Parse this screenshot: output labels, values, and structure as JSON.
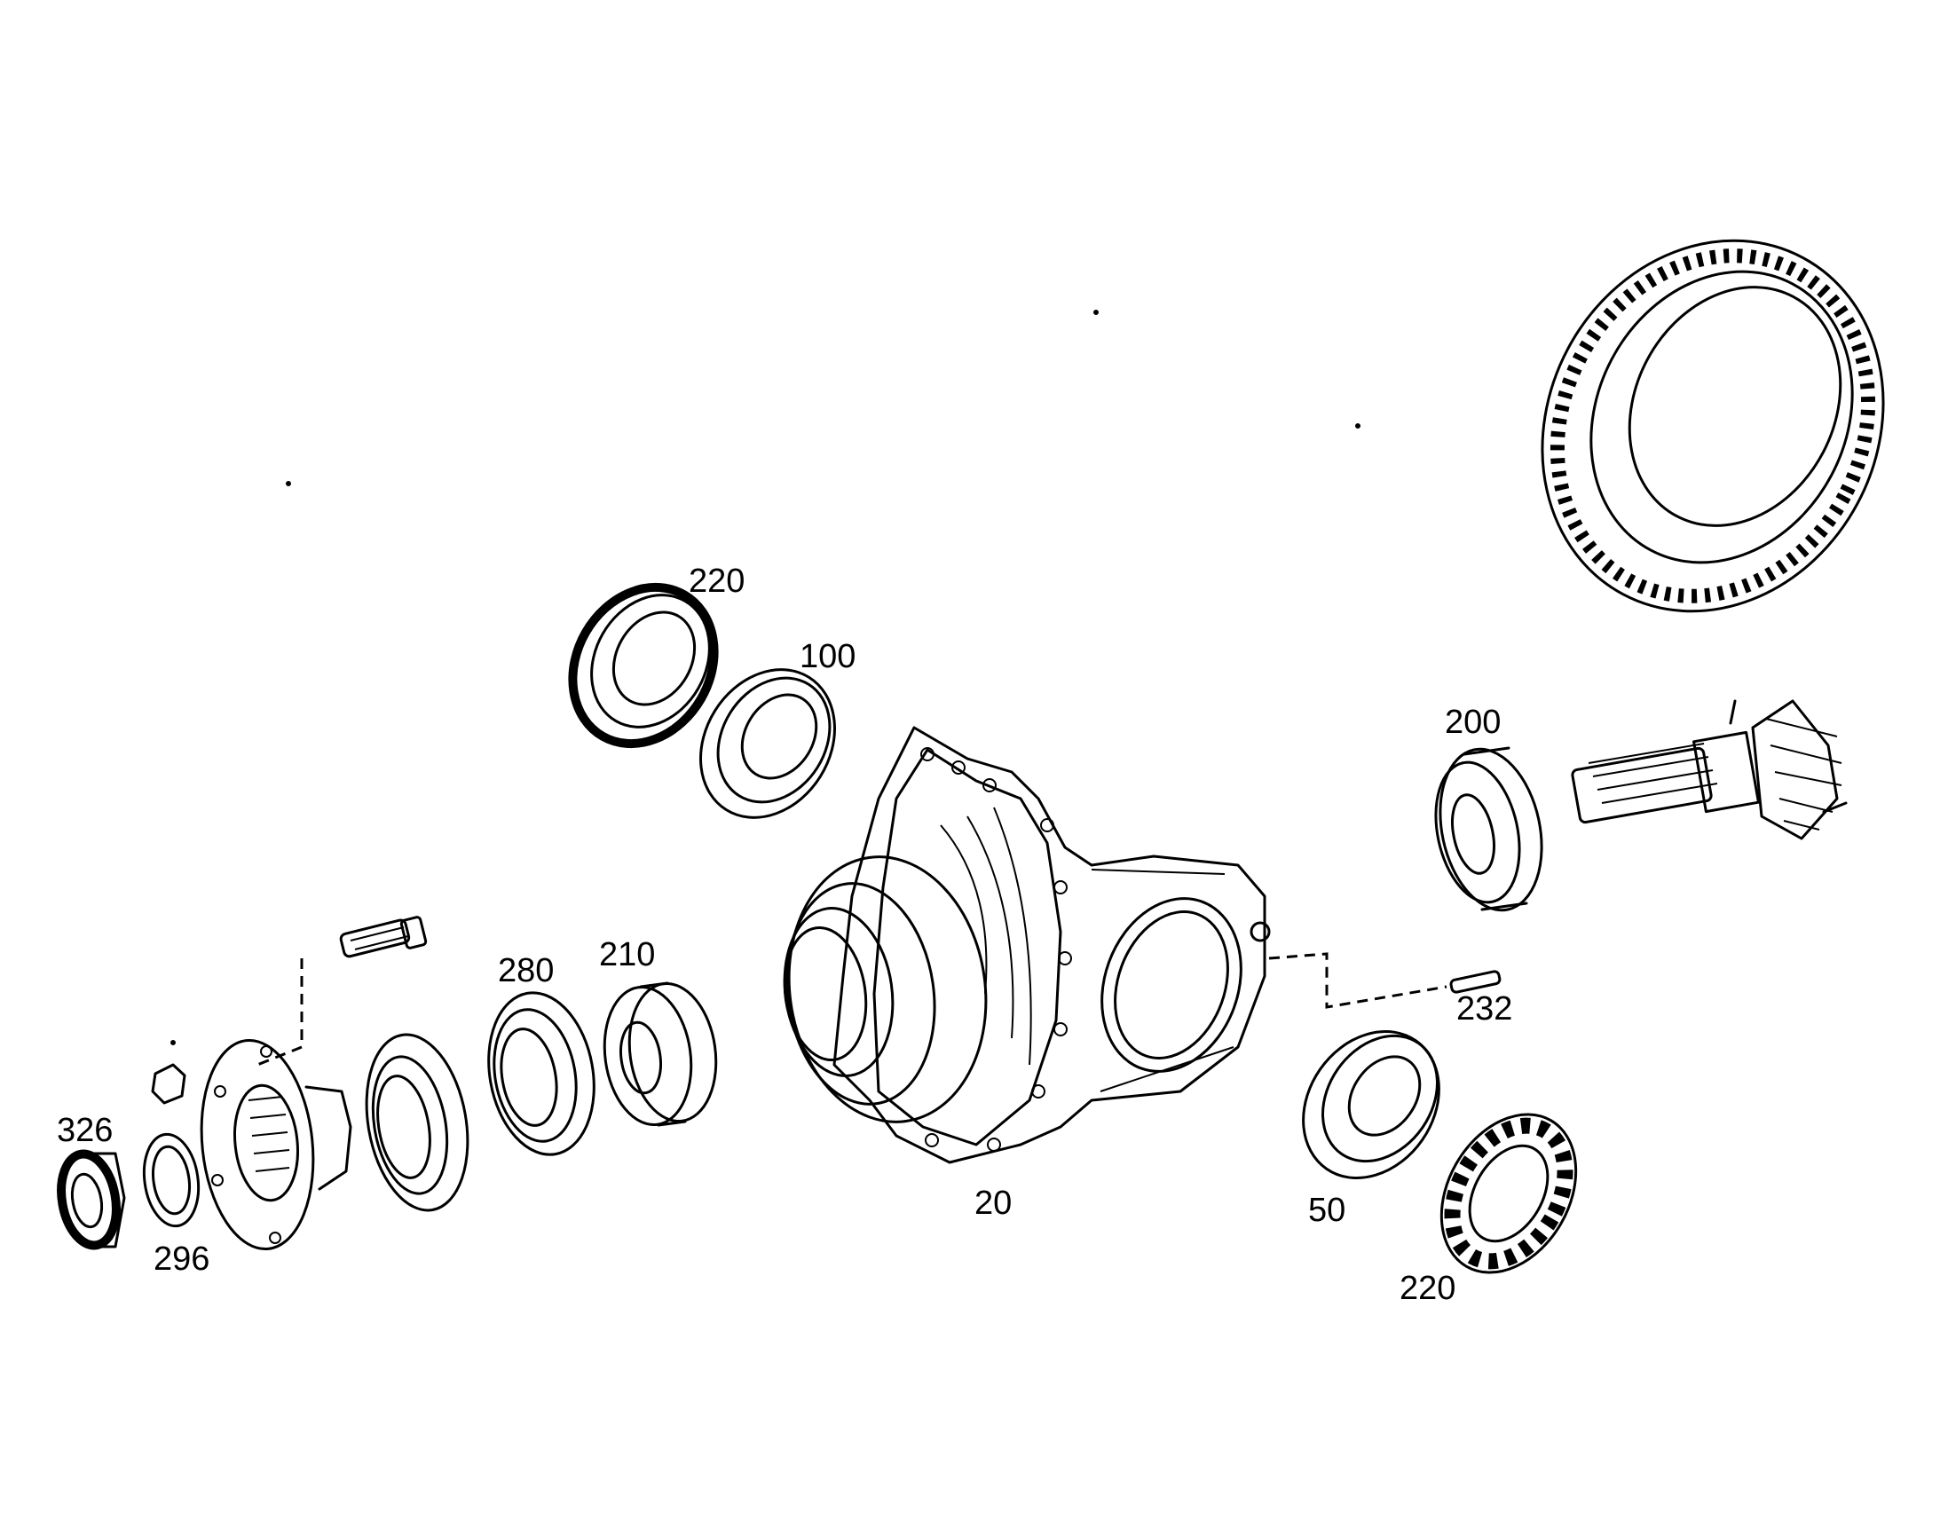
{
  "callouts": [
    {
      "id": "housing",
      "text": "20"
    },
    {
      "id": "bearing-50",
      "text": "50"
    },
    {
      "id": "bearing-100",
      "text": "100"
    },
    {
      "id": "pinion",
      "text": "200"
    },
    {
      "id": "bearing-210",
      "text": "210"
    },
    {
      "id": "cage-220-top",
      "text": "220"
    },
    {
      "id": "cage-220-bottom",
      "text": "220"
    },
    {
      "id": "pin-232",
      "text": "232"
    },
    {
      "id": "seal-280",
      "text": "280"
    },
    {
      "id": "washer-296",
      "text": "296"
    },
    {
      "id": "nut-326",
      "text": "326"
    }
  ]
}
